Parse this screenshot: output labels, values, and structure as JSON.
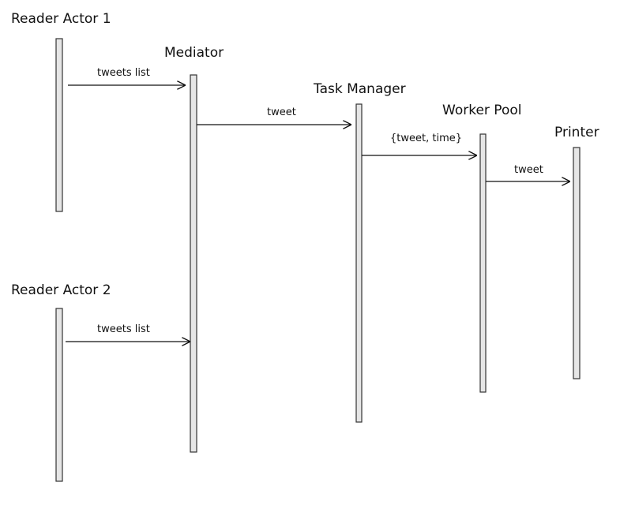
{
  "actors": [
    {
      "id": "reader1",
      "label": "Reader Actor 1"
    },
    {
      "id": "mediator",
      "label": "Mediator"
    },
    {
      "id": "taskmanager",
      "label": "Task Manager"
    },
    {
      "id": "workerpool",
      "label": "Worker Pool"
    },
    {
      "id": "printer",
      "label": "Printer"
    },
    {
      "id": "reader2",
      "label": "Reader Actor 2"
    }
  ],
  "messages": [
    {
      "from": "reader1",
      "to": "mediator",
      "label": "tweets list"
    },
    {
      "from": "mediator",
      "to": "taskmanager",
      "label": "tweet"
    },
    {
      "from": "taskmanager",
      "to": "workerpool",
      "label": "{tweet, time}"
    },
    {
      "from": "workerpool",
      "to": "printer",
      "label": "tweet"
    },
    {
      "from": "reader2",
      "to": "mediator",
      "label": "tweets list"
    }
  ]
}
